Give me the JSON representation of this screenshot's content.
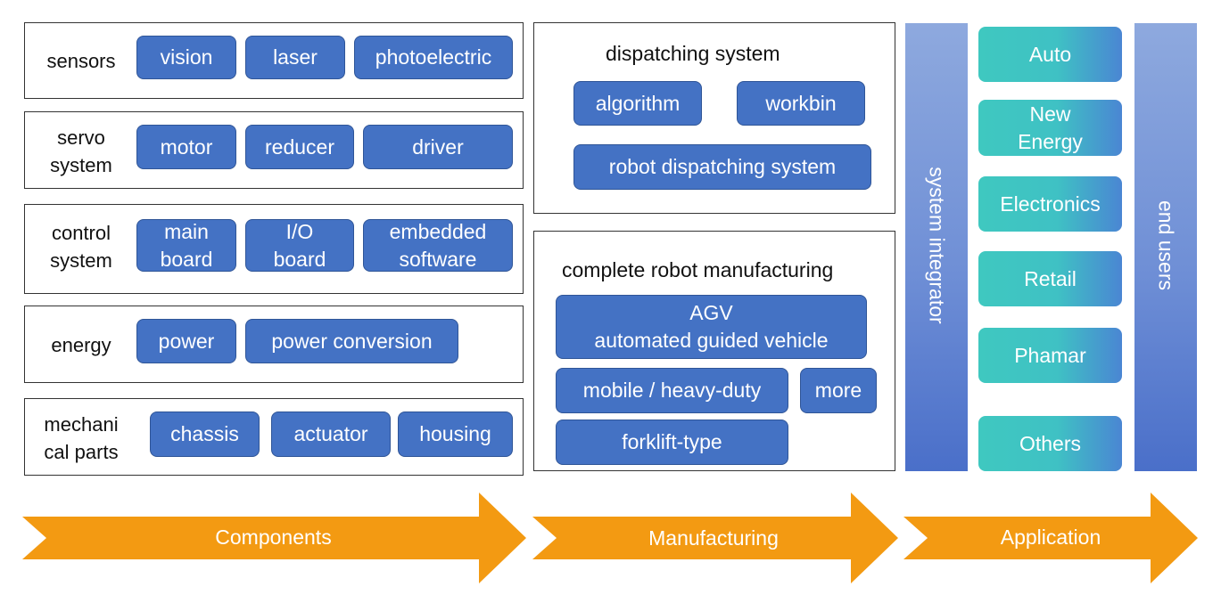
{
  "components": {
    "rows": [
      {
        "label": "sensors",
        "items": [
          "vision",
          "laser",
          "photoelectric"
        ]
      },
      {
        "label": "servo\nsystem",
        "items": [
          "motor",
          "reducer",
          "driver"
        ]
      },
      {
        "label": "control\nsystem",
        "items": [
          "main\nboard",
          "I/O\nboard",
          "embedded\nsoftware"
        ]
      },
      {
        "label": "energy",
        "items": [
          "power",
          "power conversion"
        ]
      },
      {
        "label": "mechani\ncal parts",
        "items": [
          "chassis",
          "actuator",
          "housing"
        ]
      }
    ]
  },
  "dispatching": {
    "title": "dispatching system",
    "items": [
      "algorithm",
      "workbin",
      "robot dispatching system"
    ]
  },
  "manufacturing": {
    "title": "complete robot manufacturing",
    "items": [
      "AGV\nautomated guided vehicle",
      "mobile / heavy-duty",
      "more",
      "forklift-type"
    ]
  },
  "application": {
    "integrator": "system integrator",
    "end_users": "end users",
    "sectors": [
      "Auto",
      "New\nEnergy",
      "Electronics",
      "Retail",
      "Phamar",
      "Others"
    ]
  },
  "stages": [
    "Components",
    "Manufacturing",
    "Application"
  ],
  "colors": {
    "pill": "#4472c4",
    "arrow": "#f39a12",
    "teal": "#3fc1c4",
    "column": "#6f8fd6"
  }
}
